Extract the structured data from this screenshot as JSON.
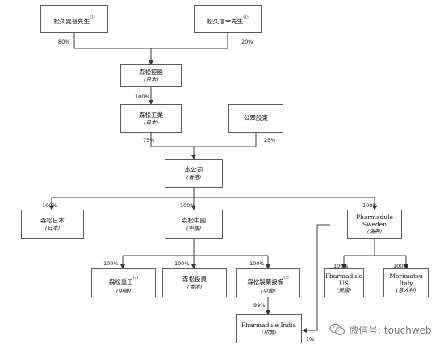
{
  "nodes": {
    "shareholder_1": {
      "name": "松久晃基先生",
      "note": "(1)",
      "sub": ""
    },
    "shareholder_2": {
      "name": "松久信幸先生",
      "note": "(1)",
      "sub": ""
    },
    "morimatsu_holdings": {
      "name": "森松控股",
      "note": "",
      "sub": "(日本)"
    },
    "morimatsu_industry": {
      "name": "森松工業",
      "note": "",
      "sub": "(日本)"
    },
    "public_investors": {
      "name": "公眾股東",
      "note": "",
      "sub": ""
    },
    "company": {
      "name": "本公司",
      "note": "",
      "sub": "(香港)"
    },
    "morimatsu_japan": {
      "name": "森松日本",
      "note": "",
      "sub": "(日本)"
    },
    "morimatsu_china": {
      "name": "森松中國",
      "note": "",
      "sub": "(中國)"
    },
    "pharmadule_sweden": {
      "name": "Pharmadule Sweden",
      "note": "",
      "sub": "(瑞典)"
    },
    "morimatsu_heavy": {
      "name": "森松重工",
      "note": "(2)",
      "sub": "(中國)"
    },
    "morimatsu_invest": {
      "name": "森松投資",
      "note": "",
      "sub": "(香港)"
    },
    "morimatsu_pharma_equip": {
      "name": "森松製藥設備",
      "note": "(3)",
      "sub": "(中國)"
    },
    "pharmadule_us": {
      "name": "Pharmadule US",
      "note": "",
      "sub": "(美國)"
    },
    "morimatsu_italy": {
      "name": "Morimatsu Italy",
      "note": "",
      "sub": "(意大利)"
    },
    "pharmadule_india": {
      "name": "Pharmadule India",
      "note": "",
      "sub": "(印度)"
    }
  },
  "percentages": {
    "p_80": "80%",
    "p_20": "20%",
    "p_100_industry": "100%",
    "p_75": "75%",
    "p_25": "25%",
    "p_100_japan": "100%",
    "p_100_china": "100%",
    "p_100_sweden": "100%",
    "p_100_heavy": "100%",
    "p_100_invest": "100%",
    "p_100_pharma": "100%",
    "p_100_us": "100%",
    "p_100_italy": "100%",
    "p_99": "99%",
    "p_1": "1%"
  },
  "watermark": {
    "text": "微信号: touchweb",
    "icon": "wechat-icon"
  },
  "colors": {
    "line": "#3a3a3a",
    "box_border": "#5a5a5a"
  }
}
